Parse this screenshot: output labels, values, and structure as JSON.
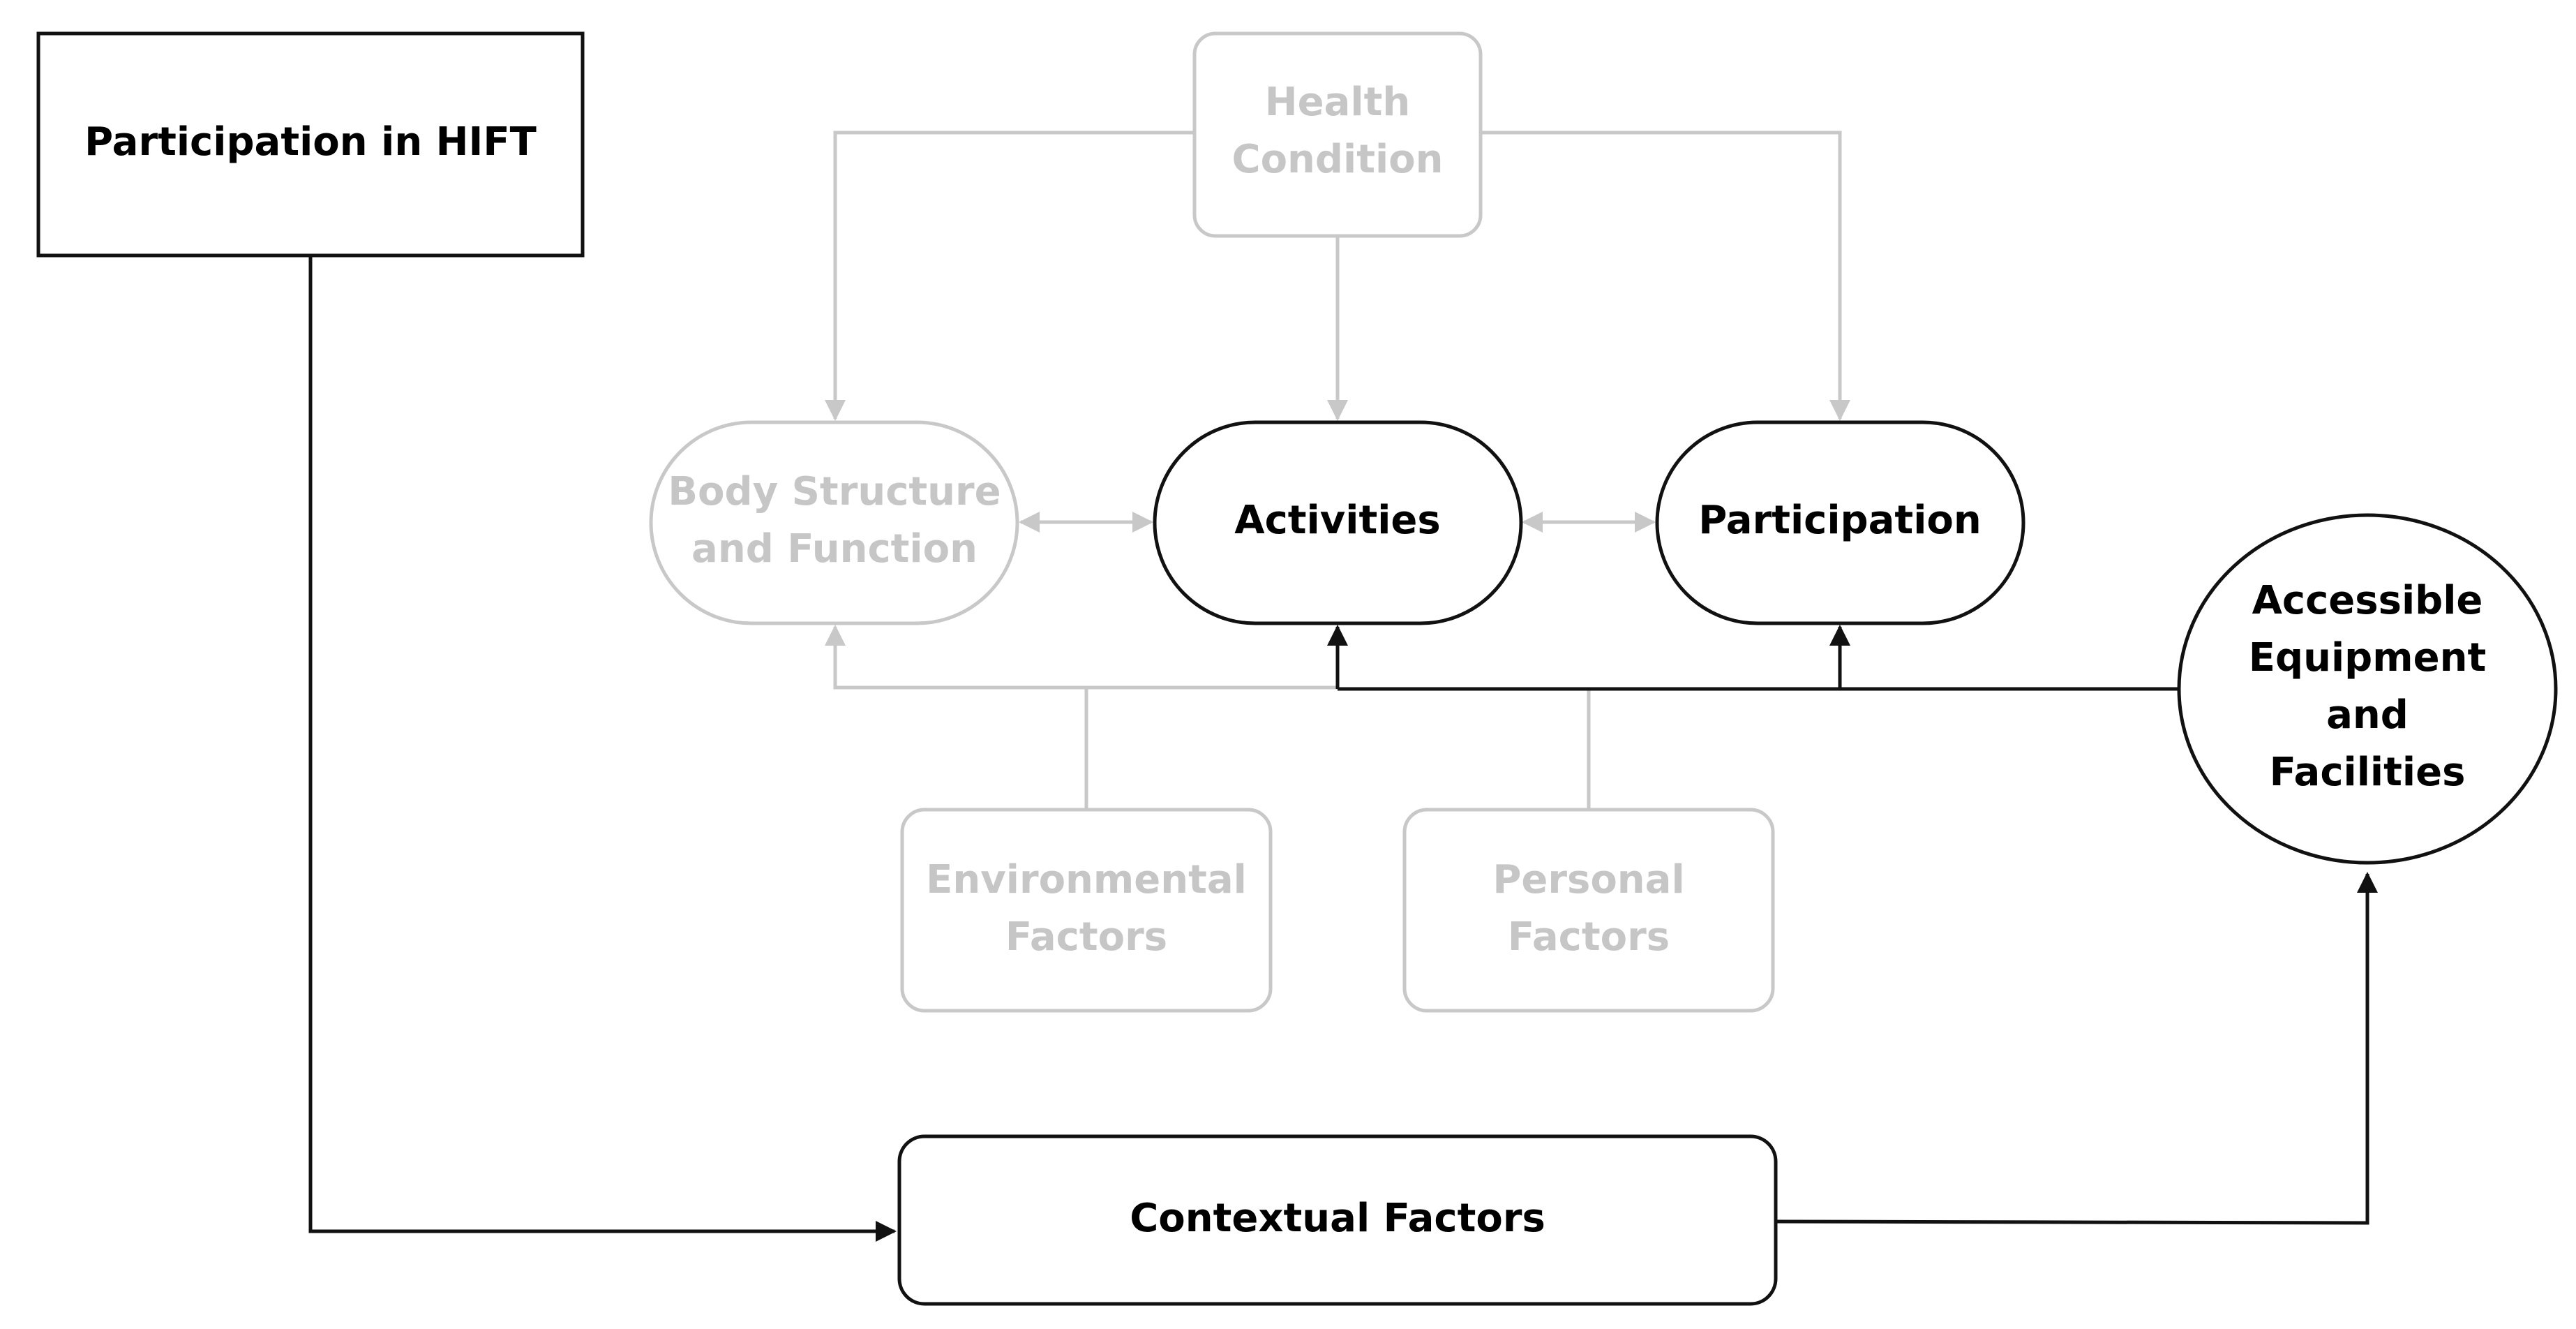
{
  "diagram": {
    "nodes": {
      "hift": {
        "label": "Participation in HIFT"
      },
      "health": {
        "line1": "Health",
        "line2": "Condition"
      },
      "body": {
        "line1": "Body Structure",
        "line2": "and Function"
      },
      "activities": {
        "label": "Activities"
      },
      "participation": {
        "label": "Participation"
      },
      "accessible": {
        "line1": "Accessible",
        "line2": "Equipment",
        "line3": "and",
        "line4": "Facilities"
      },
      "environmental": {
        "line1": "Environmental",
        "line2": "Factors"
      },
      "personal": {
        "line1": "Personal",
        "line2": "Factors"
      },
      "contextual": {
        "label": "Contextual Factors"
      }
    },
    "colors": {
      "dark": "#111111",
      "grey": "#c8c8c8",
      "background": "#ffffff"
    }
  }
}
